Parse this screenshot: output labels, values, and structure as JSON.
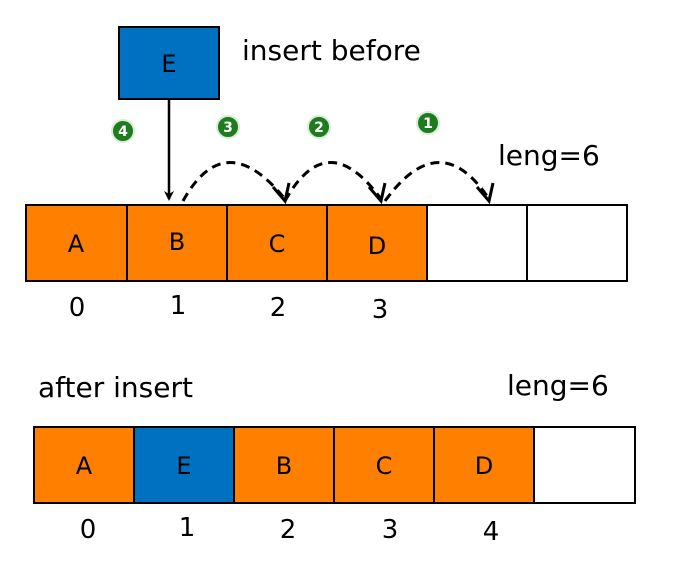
{
  "new_element": {
    "label": "E",
    "color": "#0070C0"
  },
  "insert_label": "insert before",
  "before": {
    "length_label": "leng=6",
    "cells": [
      {
        "label": "A",
        "color": "#FF7F00"
      },
      {
        "label": "B",
        "color": "#FF7F00"
      },
      {
        "label": "C",
        "color": "#FF7F00"
      },
      {
        "label": "D",
        "color": "#FF7F00"
      },
      {
        "label": "",
        "color": "#FFFFFF"
      },
      {
        "label": "",
        "color": "#FFFFFF"
      }
    ],
    "indices": [
      "0",
      "1",
      "2",
      "3"
    ]
  },
  "steps": [
    {
      "number": "1"
    },
    {
      "number": "2"
    },
    {
      "number": "3"
    },
    {
      "number": "4"
    }
  ],
  "step_badge_color": "#1E7B1E",
  "after": {
    "title": "after insert",
    "length_label": "leng=6",
    "cells": [
      {
        "label": "A",
        "color": "#FF7F00"
      },
      {
        "label": "E",
        "color": "#0070C0"
      },
      {
        "label": "B",
        "color": "#FF7F00"
      },
      {
        "label": "C",
        "color": "#FF7F00"
      },
      {
        "label": "D",
        "color": "#FF7F00"
      },
      {
        "label": "",
        "color": "#FFFFFF"
      }
    ],
    "indices": [
      "0",
      "1",
      "2",
      "3",
      "4"
    ]
  }
}
